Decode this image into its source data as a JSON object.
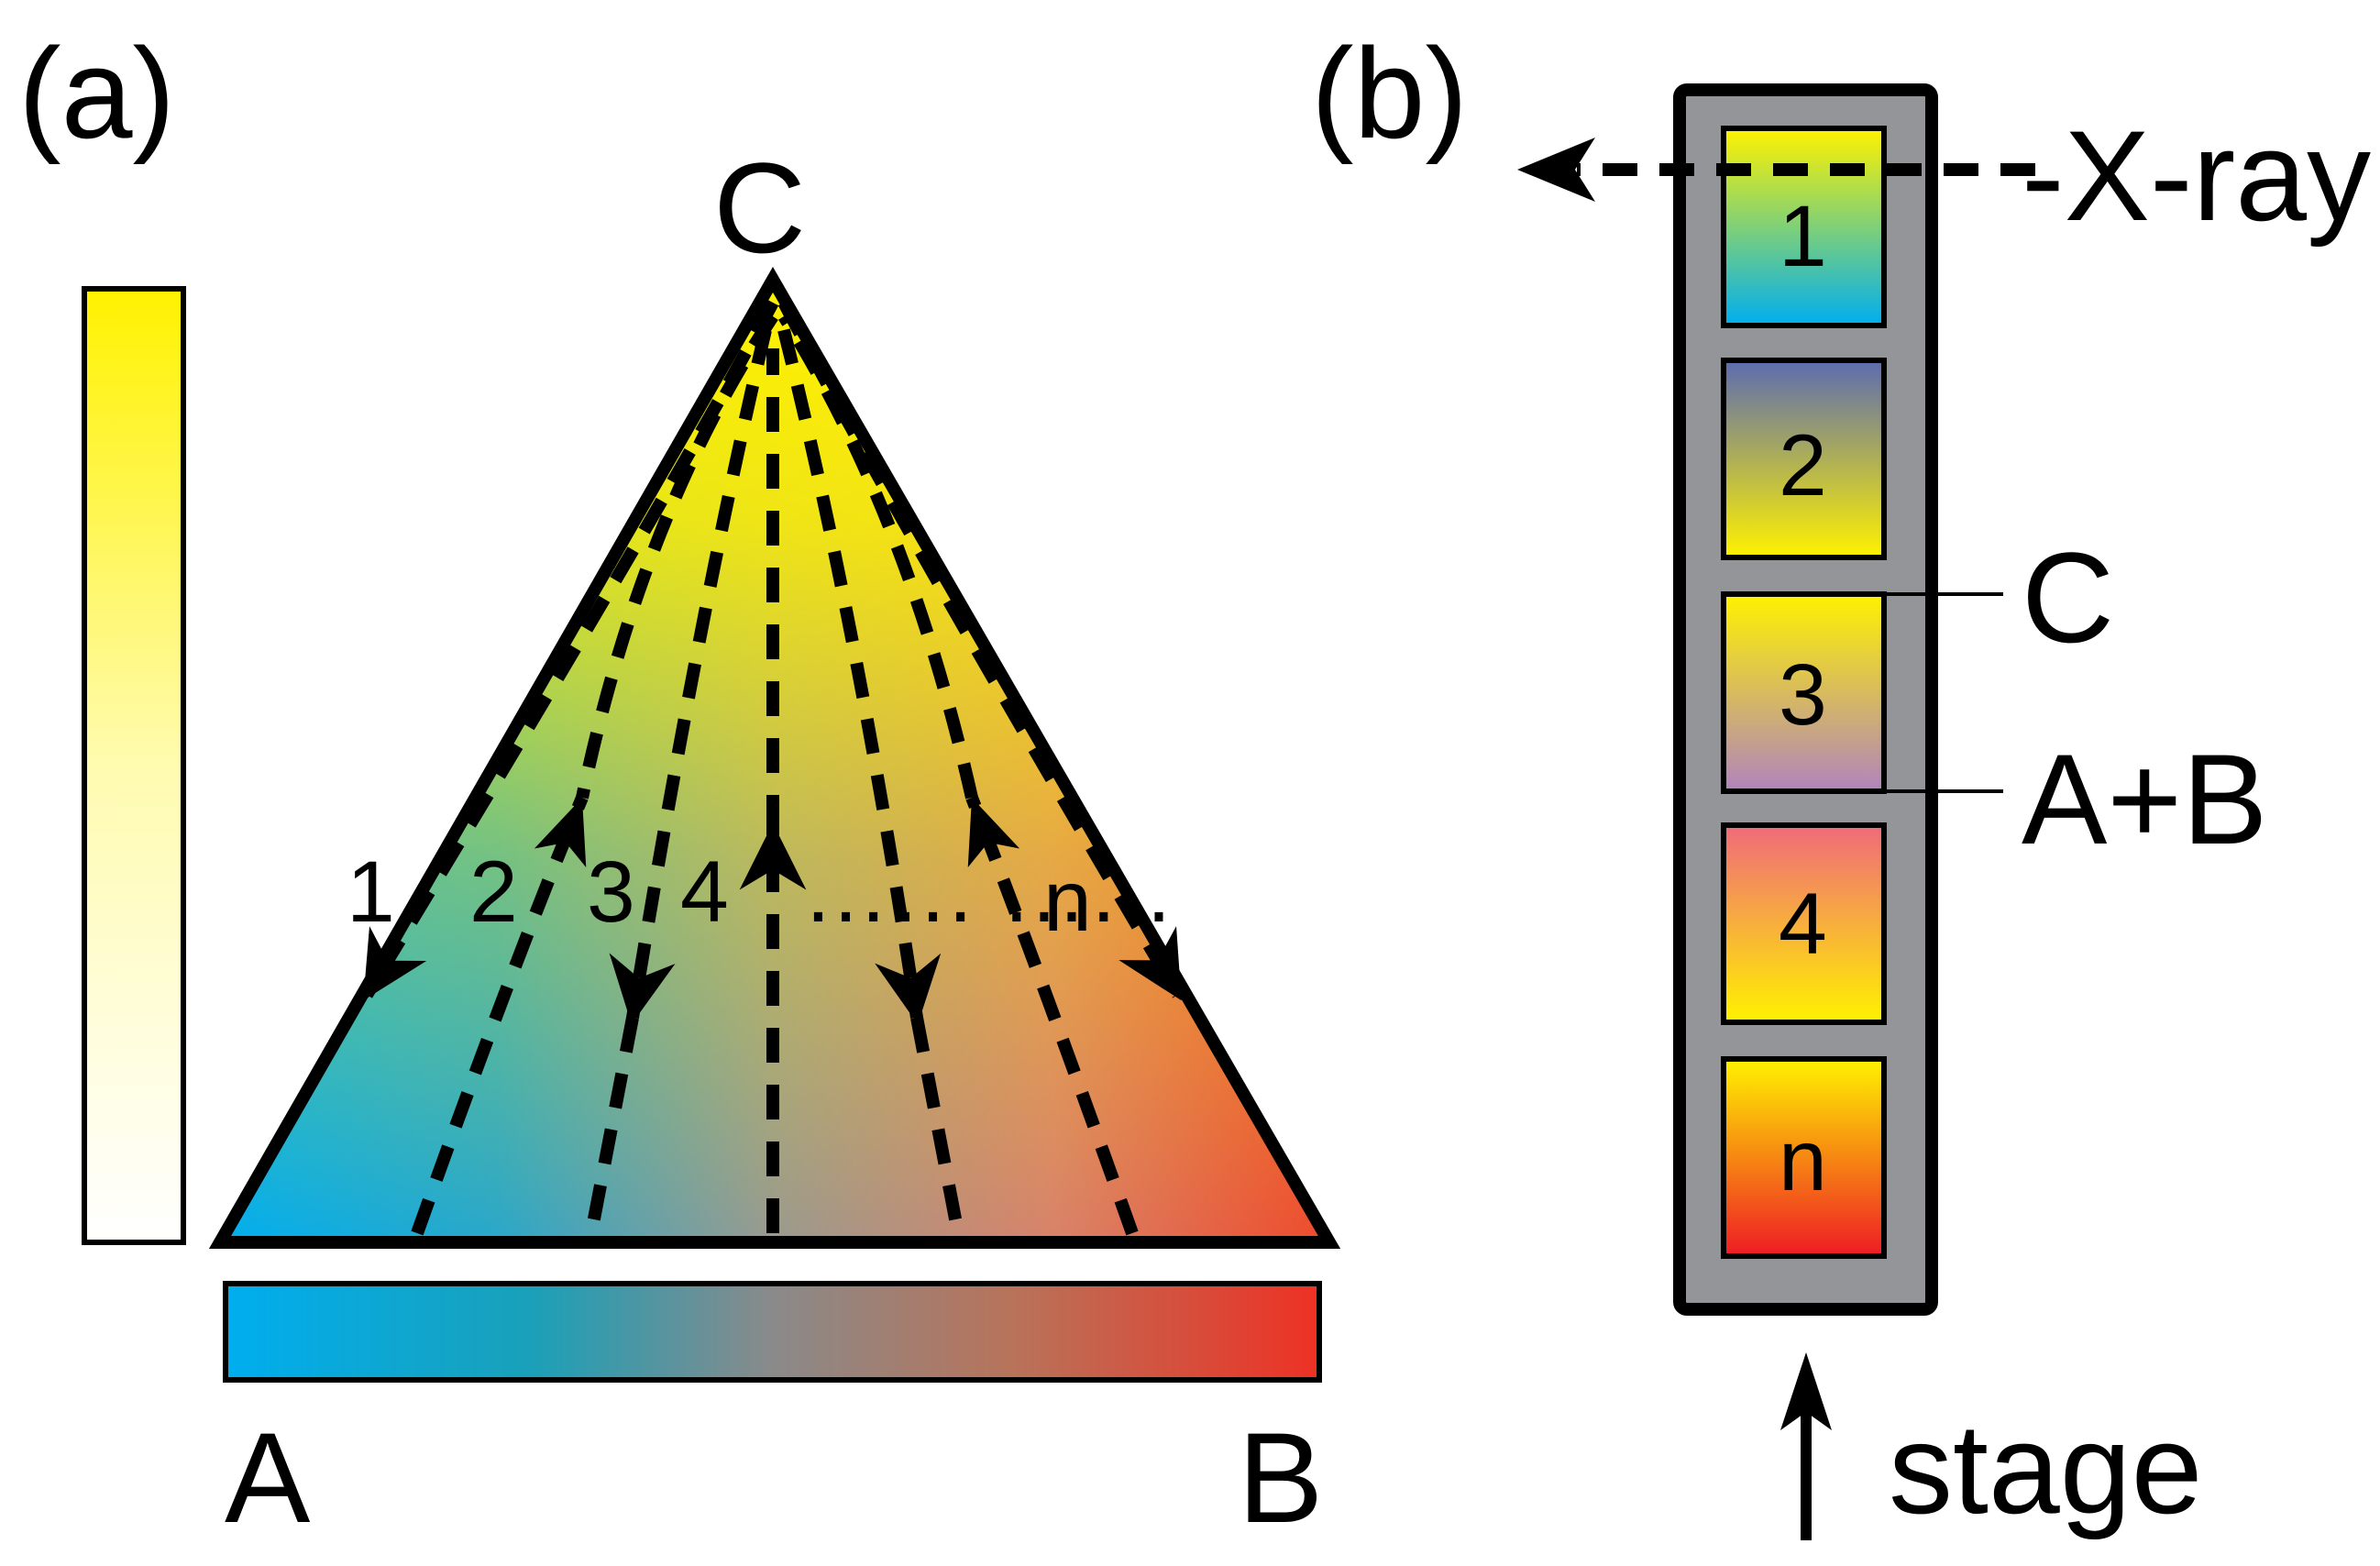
{
  "panel_a": {
    "label": "(a)",
    "vertex_top": "C",
    "vertex_left": "A",
    "vertex_right": "B",
    "path_labels": [
      "1",
      "2",
      "3",
      "4",
      "n"
    ],
    "ellipsis": "…… ……",
    "colors": {
      "A": "#00aeef",
      "B": "#ee3124",
      "C": "#fff200",
      "mid": "#8a8a8a",
      "white": "#ffffff"
    }
  },
  "panel_b": {
    "label": "(b)",
    "beam_label": "-X-ray",
    "stage_label": "stage",
    "line_label_top": "C",
    "line_label_bottom": "A+B",
    "holder_color": "#939598",
    "samples": [
      {
        "label": "1",
        "top": "#fff200",
        "bottom": "#00aeef"
      },
      {
        "label": "2",
        "top": "#5c6bb0",
        "bottom": "#fff200"
      },
      {
        "label": "3",
        "top": "#fff200",
        "bottom": "#b084bd"
      },
      {
        "label": "4",
        "top": "#f06a7a",
        "bottom": "#fff200"
      },
      {
        "label": "n",
        "top": "#fff200",
        "bottom": "#ee1c25"
      }
    ]
  }
}
